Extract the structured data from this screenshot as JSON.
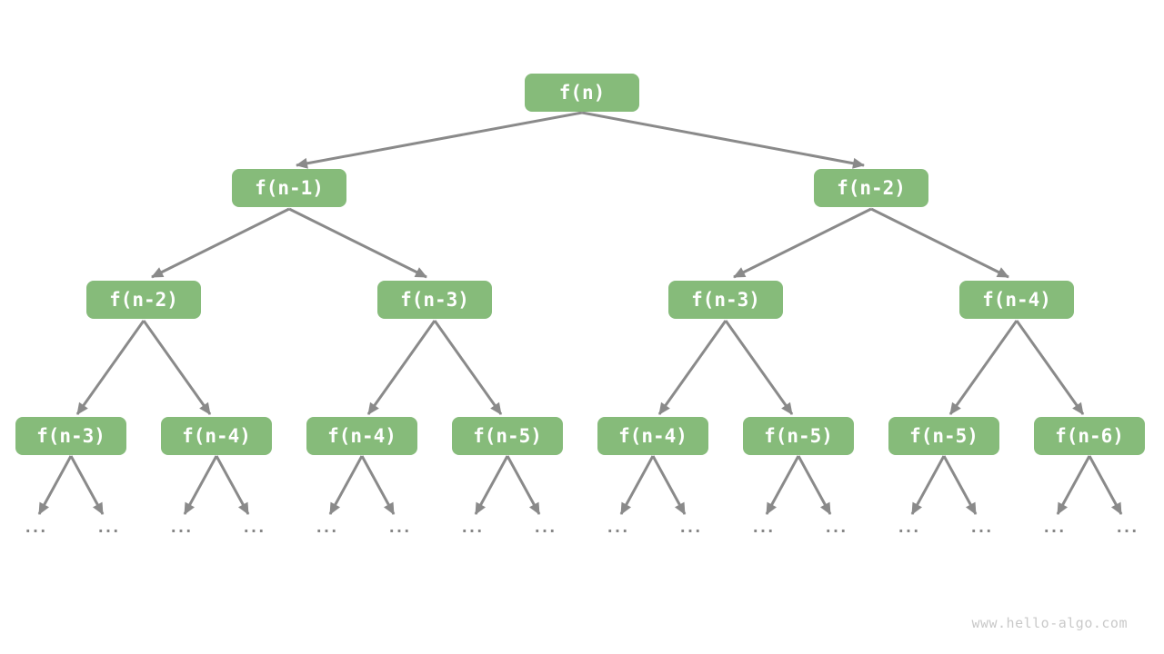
{
  "page": {
    "watermark": "www.hello-algo.com"
  },
  "colors": {
    "background": "#ffffff",
    "node_fill": "#86BB7A",
    "node_text": "#ffffff",
    "edge": "#8A8A8A",
    "leaf_dots": "#868686",
    "watermark": "#C9C9C9"
  },
  "tree": {
    "levels": [
      {
        "nodes": [
          "f(n)"
        ]
      },
      {
        "nodes": [
          "f(n-1)",
          "f(n-2)"
        ]
      },
      {
        "nodes": [
          "f(n-2)",
          "f(n-3)",
          "f(n-3)",
          "f(n-4)"
        ]
      },
      {
        "nodes": [
          "f(n-3)",
          "f(n-4)",
          "f(n-4)",
          "f(n-5)",
          "f(n-4)",
          "f(n-5)",
          "f(n-5)",
          "f(n-6)"
        ]
      }
    ],
    "leaves": [
      "...",
      "...",
      "...",
      "...",
      "...",
      "...",
      "...",
      "...",
      "...",
      "...",
      "...",
      "...",
      "...",
      "...",
      "...",
      "..."
    ]
  }
}
